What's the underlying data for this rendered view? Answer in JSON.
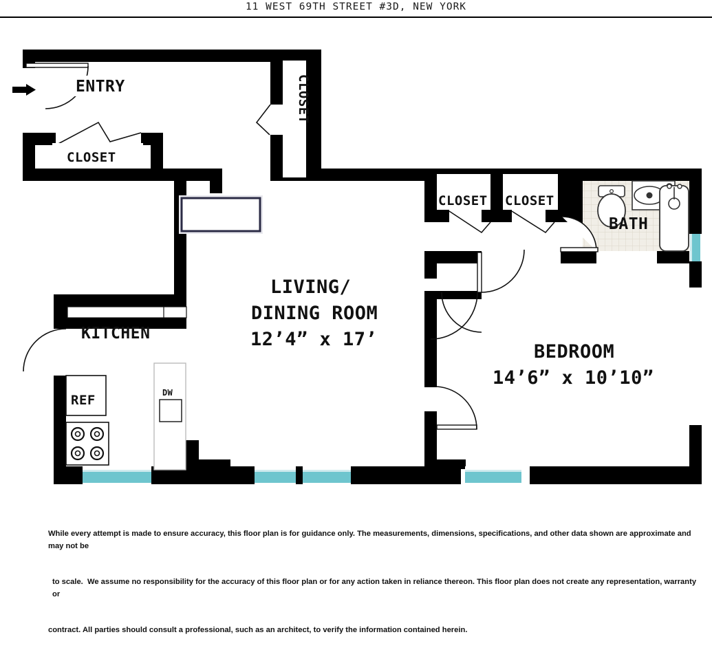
{
  "header": {
    "title": "11 WEST 69TH STREET #3D, NEW YORK"
  },
  "plan": {
    "entry_label": "ENTRY",
    "entry_closet_label": "CLOSET",
    "hall_closet_label": "CLOSET",
    "bath_closet_1_label": "CLOSET",
    "bath_closet_2_label": "CLOSET",
    "bath_label": "BATH",
    "kitchen_label": "KITCHEN",
    "fridge_label": "REF",
    "dishwasher_label": "DW",
    "living_line1": "LIVING/",
    "living_line2": "DINING ROOM",
    "living_dims": "12’4” x 17’",
    "bedroom_label": "BEDROOM",
    "bedroom_dims": "14’6” x 10’10”"
  },
  "colors": {
    "wall": "#000000",
    "window": "#6EC5CE",
    "window_edge": "#9FD8DE",
    "tile": "#F1EEE7",
    "tile_grid": "#DCD6CA",
    "counter_outline": "#2B2B45",
    "background": "#FFFFFF"
  },
  "disclaimer": {
    "line1": "While every attempt is made to ensure accuracy, this floor plan is for guidance only. The measurements, dimensions, specifications, and other data shown are approximate and may not be",
    "line2": "to scale.  We assume no responsibility for the accuracy of this floor plan or for any action taken in reliance thereon. This floor plan does not create any representation, warranty or",
    "line3": "contract. All parties should consult a professional, such as an architect, to verify the information contained herein."
  }
}
